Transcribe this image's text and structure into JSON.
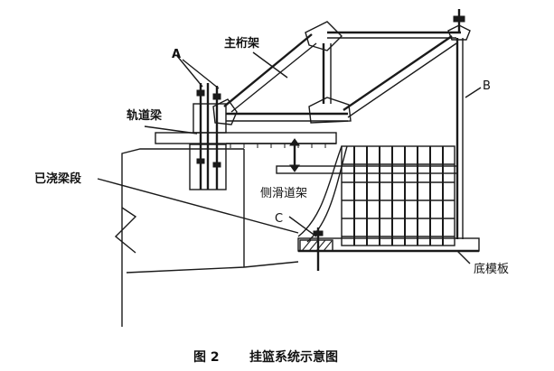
{
  "labels": {
    "main_truss": "主桁架",
    "a": "A",
    "track_beam": "轨道梁",
    "b": "B",
    "poured_segment": "已浇梁段",
    "side_slide_beam": "侧滑道架",
    "c": "C",
    "bottom_formwork": "底模板"
  },
  "caption": {
    "number": "图 2",
    "text": "挂篮系统示意图"
  },
  "colors": {
    "ink": "#1a1a1a",
    "background": "#ffffff"
  }
}
